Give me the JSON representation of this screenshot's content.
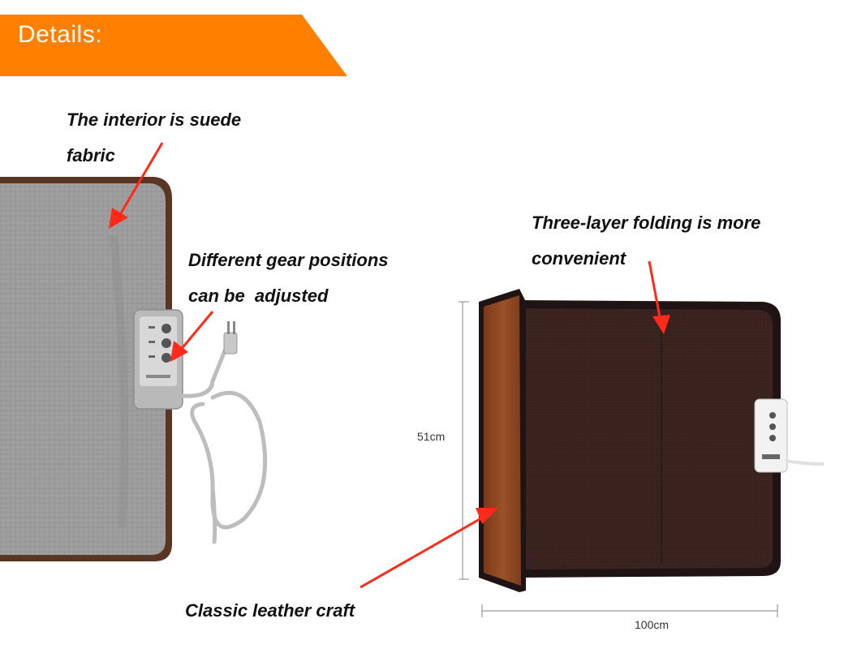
{
  "header": {
    "title": "Details:",
    "color": "#ff7f00"
  },
  "annotations": {
    "interior": {
      "line1": "The interior is suede",
      "line2": "fabric"
    },
    "gear": {
      "line1": "Different gear positions",
      "line2": "can be  adjusted"
    },
    "folding": {
      "line1": "Three-layer folding is more",
      "line2": "convenient"
    },
    "leather": {
      "text": "Classic leather craft"
    }
  },
  "dimensions": {
    "height": "51cm",
    "width": "100cm"
  },
  "colors": {
    "arrow": "#ff2a1a",
    "felt": "#9a9a9a",
    "trim": "#6b3a22",
    "dark_panel": "#3a2220",
    "leather_panel": "#8a4420"
  }
}
